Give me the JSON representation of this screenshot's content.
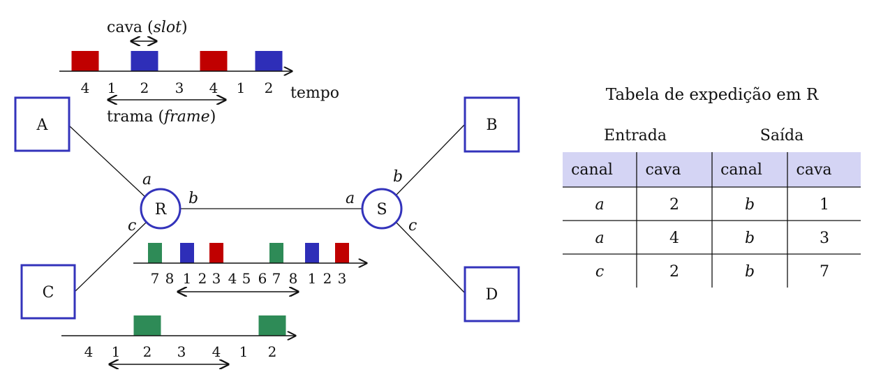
{
  "top_timeline": {
    "slot_caption": {
      "prefix": "cava (",
      "italic": "slot",
      "suffix": ")"
    },
    "frame_caption": {
      "prefix": "trama (",
      "italic": "frame",
      "suffix": ")"
    },
    "time_label": "tempo",
    "ticks": [
      "4",
      "1",
      "2",
      "3",
      "4",
      "1",
      "2"
    ],
    "blocks": [
      {
        "slot": 0,
        "color": "#c00000"
      },
      {
        "slot": 2,
        "color": "#2e2eb8"
      },
      {
        "slot": 4,
        "color": "#c00000"
      },
      {
        "slot": 6,
        "color": "#2e2eb8"
      }
    ]
  },
  "nodes": {
    "A": "A",
    "B": "B",
    "C": "C",
    "D": "D",
    "R": "R",
    "S": "S"
  },
  "port_labels": {
    "R_a": "a",
    "R_b": "b",
    "R_c": "c",
    "S_a": "a",
    "S_b": "b",
    "S_c": "c"
  },
  "middle_timeline": {
    "ticks": [
      "7",
      "8",
      "1",
      "2",
      "3",
      "4",
      "5",
      "6",
      "7",
      "8",
      "1",
      "2",
      "3"
    ],
    "blocks": [
      {
        "slot": 0,
        "color": "#2e8b57"
      },
      {
        "slot": 2,
        "color": "#2e2eb8"
      },
      {
        "slot": 4,
        "color": "#c00000"
      },
      {
        "slot": 8,
        "color": "#2e8b57"
      },
      {
        "slot": 10,
        "color": "#2e2eb8"
      },
      {
        "slot": 12,
        "color": "#c00000"
      }
    ]
  },
  "bottom_timeline": {
    "ticks": [
      "4",
      "1",
      "2",
      "3",
      "4",
      "1",
      "2"
    ],
    "blocks": [
      {
        "slot": 2,
        "color": "#2e8b57"
      },
      {
        "slot": 6,
        "color": "#2e8b57"
      }
    ]
  },
  "table": {
    "title": "Tabela de expedição em R",
    "group_in": "Entrada",
    "group_out": "Saída",
    "header_bg": "#d4d4f4",
    "columns": [
      "canal",
      "cava",
      "canal",
      "cava"
    ],
    "rows": [
      [
        "a",
        "2",
        "b",
        "1"
      ],
      [
        "a",
        "4",
        "b",
        "3"
      ],
      [
        "c",
        "2",
        "b",
        "7"
      ]
    ]
  },
  "colors": {
    "node_stroke": "#3333bb",
    "red": "#c00000",
    "blue": "#2e2eb8",
    "green": "#2e8b57"
  }
}
